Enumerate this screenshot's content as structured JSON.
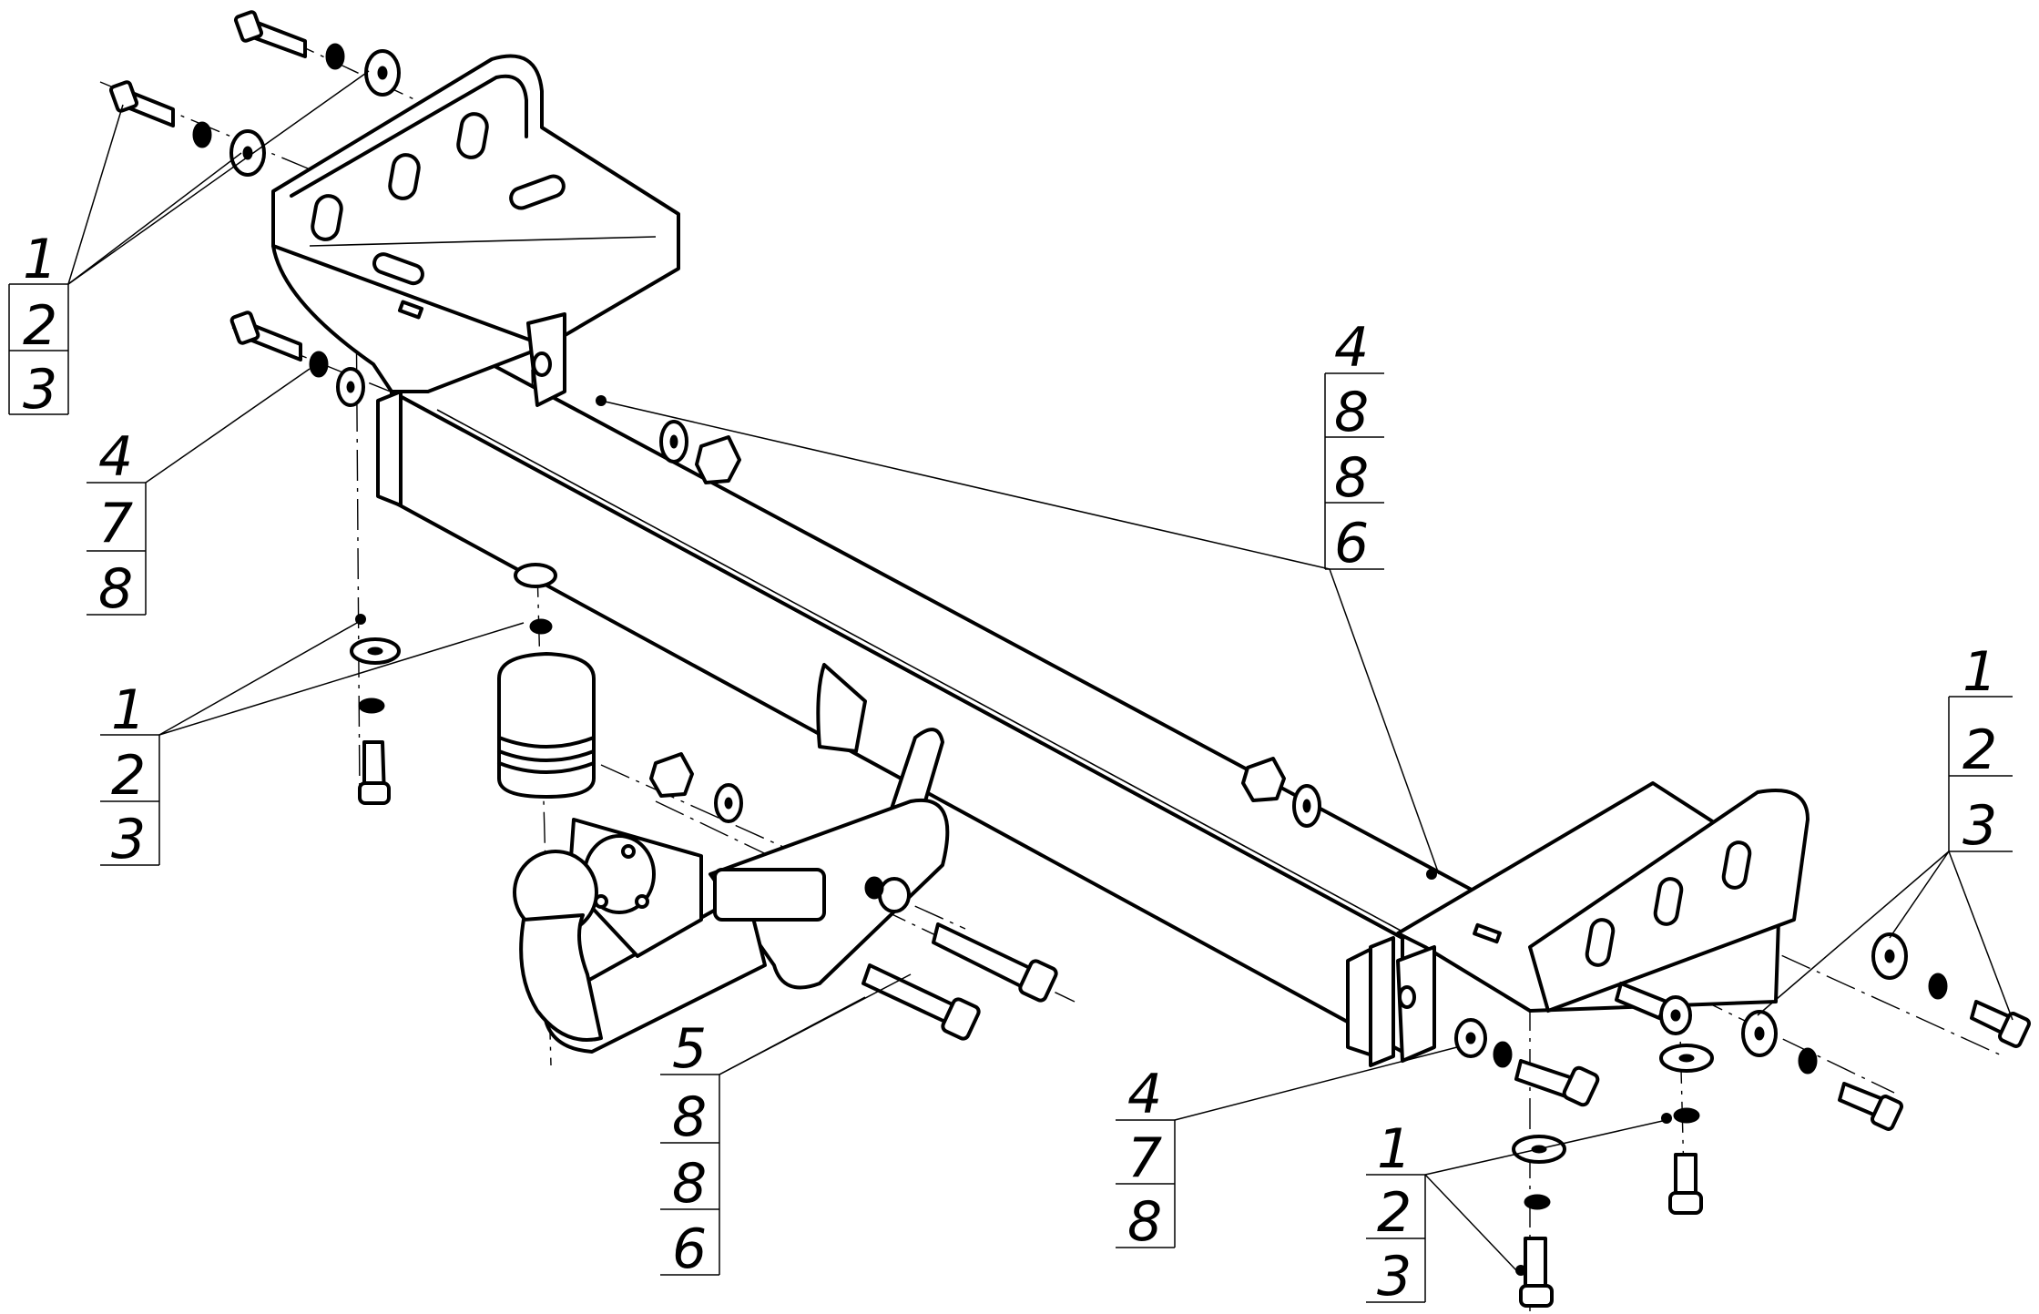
{
  "callouts": [
    {
      "id": "top-left",
      "labels": [
        "1",
        "2",
        "3"
      ]
    },
    {
      "id": "left-side",
      "labels": [
        "4",
        "7",
        "8"
      ]
    },
    {
      "id": "left-bottom",
      "labels": [
        "1",
        "2",
        "3"
      ]
    },
    {
      "id": "center-top",
      "labels": [
        "4",
        "8",
        "8",
        "6"
      ]
    },
    {
      "id": "hitch-bolts",
      "labels": [
        "5",
        "8",
        "8",
        "6"
      ]
    },
    {
      "id": "right-side",
      "labels": [
        "4",
        "7",
        "8"
      ]
    },
    {
      "id": "right-bottom",
      "labels": [
        "1",
        "2",
        "3"
      ]
    },
    {
      "id": "right-top",
      "labels": [
        "1",
        "2",
        "3"
      ]
    }
  ]
}
